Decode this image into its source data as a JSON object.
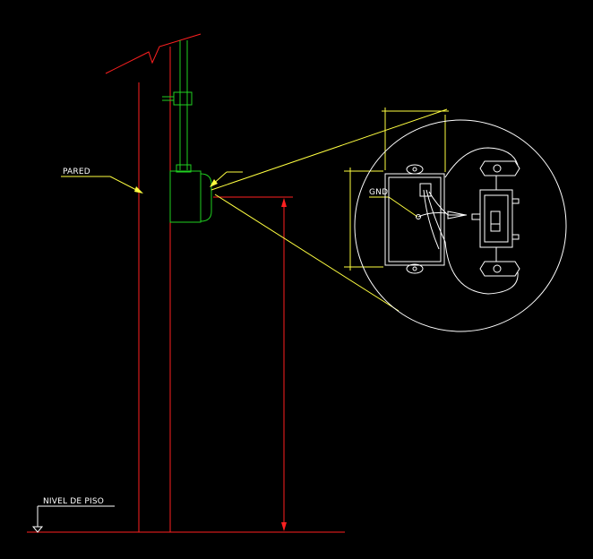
{
  "labels": {
    "wall": "PARED",
    "floor_level": "NIVEL DE PISO",
    "ground": "GND"
  },
  "colors": {
    "background": "#000000",
    "wall_lines": "#ff2020",
    "conduit": "#20d020",
    "leaders_dimensions": "#ffff40",
    "detail_outline": "#ffffff"
  }
}
